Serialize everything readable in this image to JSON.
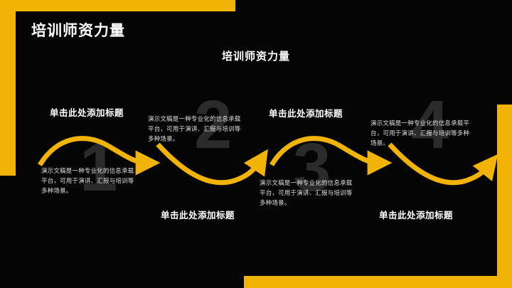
{
  "slide": {
    "title": "培训师资力量",
    "subtitle": "培训师资力量",
    "background_color": "#050505",
    "accent_color": "#F2B307",
    "text_color": "#FFFFFF",
    "ghost_number_color": "#2b2b2b"
  },
  "decor": {
    "top_bar": "yellow-bar-top-left",
    "left_bar": "yellow-bar-left",
    "bottom_bar": "yellow-bar-bottom-right",
    "right_bar": "yellow-bar-right"
  },
  "flow": {
    "arrow_color": "#F2B307",
    "arrow_shape": "s-curve-arrow"
  },
  "blocks": [
    {
      "number": "1",
      "heading": "单击此处添加标题",
      "body": "演示文稿是一种专业化的信息承载平台，可用于演讲、汇报与培训等多种场景。"
    },
    {
      "number": "2",
      "heading": "单击此处添加标题",
      "body": "演示文稿是一种专业化的信息承载平台，可用于演讲、汇报与培训等多种场景。"
    },
    {
      "number": "3",
      "heading": "单击此处添加标题",
      "body": "演示文稿是一种专业化的信息承载平台，可用于演讲、汇报与培训等多种场景。"
    },
    {
      "number": "4",
      "heading": "单击此处添加标题",
      "body": "演示文稿是一种专业化的信息承载平台，可用于演讲、汇报与培训等多种场景。"
    }
  ]
}
